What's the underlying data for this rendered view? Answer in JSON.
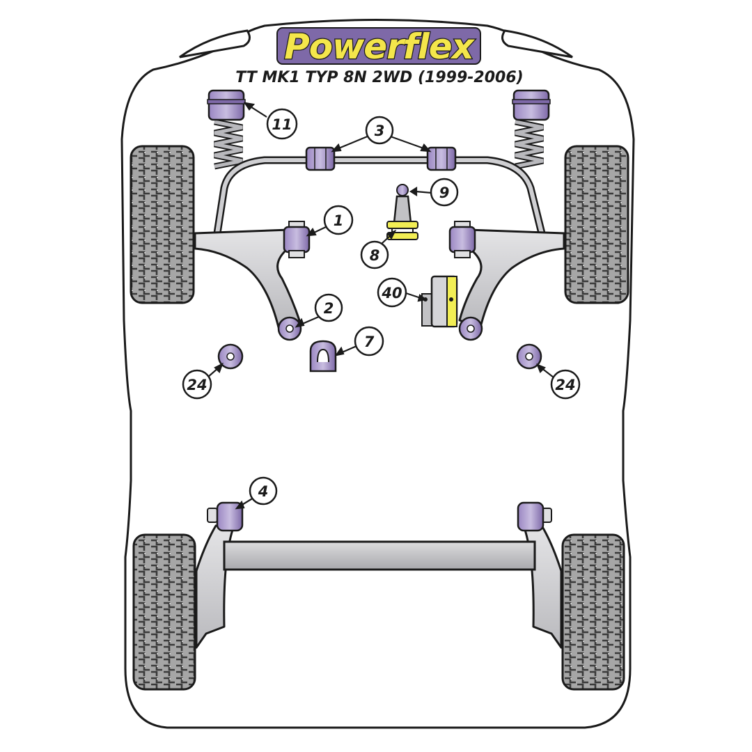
{
  "brand": {
    "name": "Powerflex"
  },
  "vehicle": {
    "title": "TT MK1 TYP 8N 2WD (1999-2006)"
  },
  "colors": {
    "bush_purple": "#7E69A8",
    "bush_light": "#C5B8DB",
    "logo_yellow": "#F4E64B",
    "bush_yellow": "#F2EE54",
    "outline": "#1a1a1a",
    "steel_grey": "#C9C9CC",
    "tyre_grey": "#A6A6A6"
  },
  "callouts": [
    {
      "id": "11",
      "label": "11"
    },
    {
      "id": "3",
      "label": "3"
    },
    {
      "id": "9",
      "label": "9"
    },
    {
      "id": "1",
      "label": "1"
    },
    {
      "id": "8",
      "label": "8"
    },
    {
      "id": "40",
      "label": "40"
    },
    {
      "id": "2",
      "label": "2"
    },
    {
      "id": "7",
      "label": "7"
    },
    {
      "id": "24-left",
      "label": "24"
    },
    {
      "id": "24-right",
      "label": "24"
    },
    {
      "id": "4",
      "label": "4"
    }
  ]
}
